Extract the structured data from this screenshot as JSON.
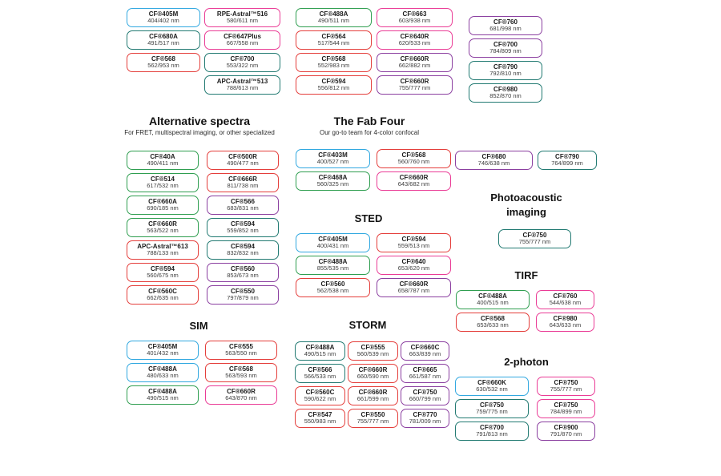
{
  "palette": {
    "blue": "#31A8E0",
    "green": "#2F9E50",
    "teal": "#227A72",
    "red": "#E43E3B",
    "pink": "#EA3C96",
    "purple": "#8B3FA0"
  },
  "groups": [
    {
      "id": "top-grid",
      "columns": [
        [
          {
            "name": "CF®405M",
            "nm": "404/402 nm",
            "color": "blue"
          },
          {
            "name": "CF®680A",
            "nm": "491/517 nm",
            "color": "teal"
          },
          {
            "name": "CF®568",
            "nm": "562/953 nm",
            "color": "red"
          }
        ],
        [
          {
            "name": "RPE-Astral™516",
            "nm": "580/611 nm",
            "color": "pink"
          },
          {
            "name": "CF®647Plus",
            "nm": "667/558 nm",
            "color": "pink"
          },
          {
            "name": "CF®700",
            "nm": "553/322 nm",
            "color": "teal"
          },
          {
            "name": "APC-Astral™513",
            "nm": "788/613 nm",
            "color": "teal"
          }
        ],
        [
          {
            "name": "CF®488A",
            "nm": "490/511 nm",
            "color": "green"
          },
          {
            "name": "CF®564",
            "nm": "517/544 nm",
            "color": "red"
          },
          {
            "name": "CF®568",
            "nm": "552/983 nm",
            "color": "red"
          },
          {
            "name": "CF®594",
            "nm": "556/812 nm",
            "color": "red"
          }
        ],
        [
          {
            "name": "CF®663",
            "nm": "603/938 nm",
            "color": "pink"
          },
          {
            "name": "CF®640R",
            "nm": "620/533 nm",
            "color": "pink"
          },
          {
            "name": "CF®660R",
            "nm": "662/882 nm",
            "color": "purple"
          },
          {
            "name": "CF®660R",
            "nm": "755/777 nm",
            "color": "purple"
          }
        ],
        [
          {
            "name": "CF®760",
            "nm": "681/998 nm",
            "color": "purple"
          },
          {
            "name": "CF®700",
            "nm": "784/809 nm",
            "color": "purple"
          },
          {
            "name": "CF®790",
            "nm": "792/810 nm",
            "color": "teal"
          },
          {
            "name": "CF®980",
            "nm": "852/870 nm",
            "color": "teal"
          }
        ]
      ]
    },
    {
      "id": "alternative-spectra",
      "title": "Alternative spectra",
      "subtitle": "For FRET, multispectral imaging, or other specialized",
      "columns": [
        [
          {
            "name": "CF®40A",
            "nm": "490/411 nm",
            "color": "green"
          },
          {
            "name": "CF®514",
            "nm": "617/532 nm",
            "color": "green"
          },
          {
            "name": "CF®660A",
            "nm": "690/185 nm",
            "color": "green"
          },
          {
            "name": "CF®660R",
            "nm": "563/522 nm",
            "color": "green"
          },
          {
            "name": "APC-Astral™613",
            "nm": "788/133 nm",
            "color": "red"
          },
          {
            "name": "CF®594",
            "nm": "560/675 nm",
            "color": "red"
          },
          {
            "name": "CF®560C",
            "nm": "662/635 nm",
            "color": "red"
          }
        ],
        [
          {
            "name": "CF®500R",
            "nm": "490/477 nm",
            "color": "red"
          },
          {
            "name": "CF®666R",
            "nm": "811/738 nm",
            "color": "red"
          },
          {
            "name": "CF®566",
            "nm": "683/831 nm",
            "color": "purple"
          },
          {
            "name": "CF®594",
            "nm": "559/852 nm",
            "color": "teal"
          },
          {
            "name": "CF®594",
            "nm": "832/832 nm",
            "color": "teal"
          },
          {
            "name": "CF®560",
            "nm": "853/673 nm",
            "color": "purple"
          },
          {
            "name": "CF®550",
            "nm": "797/879 nm",
            "color": "purple"
          }
        ]
      ]
    },
    {
      "id": "fab-four",
      "title": "The Fab Four",
      "subtitle": "Our go-to team for 4-color confocal",
      "columns": [
        [
          {
            "name": "CF®403M",
            "nm": "400/527 nm",
            "color": "blue"
          },
          {
            "name": "CF®468A",
            "nm": "560/325 nm",
            "color": "green"
          }
        ],
        [
          {
            "name": "CF®568",
            "nm": "560/760 nm",
            "color": "red"
          },
          {
            "name": "CF®660R",
            "nm": "643/682 nm",
            "color": "pink"
          }
        ]
      ]
    },
    {
      "id": "sted",
      "title": "STED",
      "columns": [
        [
          {
            "name": "CF®405M",
            "nm": "400/431 nm",
            "color": "blue"
          },
          {
            "name": "CF®488A",
            "nm": "855/535 nm",
            "color": "green"
          },
          {
            "name": "CF®560",
            "nm": "562/538 nm",
            "color": "red"
          }
        ],
        [
          {
            "name": "CF®594",
            "nm": "559/513 nm",
            "color": "red"
          },
          {
            "name": "CF®640",
            "nm": "653/620 nm",
            "color": "pink"
          },
          {
            "name": "CF®660R",
            "nm": "658/787 nm",
            "color": "purple"
          }
        ]
      ]
    },
    {
      "id": "nir-pair",
      "columns": [
        [
          {
            "name": "CF®680",
            "nm": "746/638 nm",
            "color": "purple"
          }
        ],
        [
          {
            "name": "CF®790",
            "nm": "764/899 nm",
            "color": "teal"
          }
        ]
      ]
    },
    {
      "id": "photoacoustic",
      "title": "Photoacoustic imaging",
      "title_lines": [
        "Photoacoustic",
        "imaging"
      ],
      "columns": [
        [
          {
            "name": "CF®750",
            "nm": "755/777 nm",
            "color": "teal"
          }
        ]
      ]
    },
    {
      "id": "tirf",
      "title": "TIRF",
      "columns": [
        [
          {
            "name": "CF®488A",
            "nm": "400/515 nm",
            "color": "green"
          },
          {
            "name": "CF®568",
            "nm": "653/633 nm",
            "color": "red"
          }
        ],
        [
          {
            "name": "CF®760",
            "nm": "544/638 nm",
            "color": "pink"
          },
          {
            "name": "CF®980",
            "nm": "643/633 nm",
            "color": "pink"
          }
        ]
      ]
    },
    {
      "id": "sim",
      "title": "SIM",
      "columns": [
        [
          {
            "name": "CF®405M",
            "nm": "401/432 nm",
            "color": "blue"
          },
          {
            "name": "CF®488A",
            "nm": "480/633 nm",
            "color": "blue"
          },
          {
            "name": "CF®488A",
            "nm": "490/515 nm",
            "color": "green"
          }
        ],
        [
          {
            "name": "CF®555",
            "nm": "563/550 nm",
            "color": "red"
          },
          {
            "name": "CF®568",
            "nm": "563/593 nm",
            "color": "red"
          },
          {
            "name": "CF®660R",
            "nm": "643/870 nm",
            "color": "pink"
          }
        ]
      ]
    },
    {
      "id": "storm",
      "title": "STORM",
      "columns": [
        [
          {
            "name": "CF®488A",
            "nm": "490/515 nm",
            "color": "teal"
          },
          {
            "name": "CF®566",
            "nm": "566/533 nm",
            "color": "teal"
          },
          {
            "name": "CF®560C",
            "nm": "590/622 nm",
            "color": "red"
          },
          {
            "name": "CF®547",
            "nm": "550/983 nm",
            "color": "red"
          }
        ],
        [
          {
            "name": "CF®555",
            "nm": "560/539 nm",
            "color": "red"
          },
          {
            "name": "CF®660R",
            "nm": "660/590 nm",
            "color": "red"
          },
          {
            "name": "CF®660R",
            "nm": "661/599 nm",
            "color": "red"
          },
          {
            "name": "CF®550",
            "nm": "755/777 nm",
            "color": "red"
          }
        ],
        [
          {
            "name": "CF®660C",
            "nm": "663/839 nm",
            "color": "purple"
          },
          {
            "name": "CF®665",
            "nm": "661/587 nm",
            "color": "purple"
          },
          {
            "name": "CF®750",
            "nm": "660/799 nm",
            "color": "purple"
          },
          {
            "name": "CF®770",
            "nm": "781/009 nm",
            "color": "purple"
          }
        ]
      ]
    },
    {
      "id": "two-photon",
      "title": "2-photon",
      "columns": [
        [
          {
            "name": "CF®660K",
            "nm": "630/532 nm",
            "color": "blue"
          },
          {
            "name": "CF®750",
            "nm": "759/775 nm",
            "color": "teal"
          },
          {
            "name": "CF®700",
            "nm": "791/813 nm",
            "color": "teal"
          }
        ],
        [
          {
            "name": "CF®750",
            "nm": "755/777 nm",
            "color": "pink"
          },
          {
            "name": "CF®750",
            "nm": "784/899 nm",
            "color": "pink"
          },
          {
            "name": "CF®900",
            "nm": "791/870 nm",
            "color": "purple"
          }
        ]
      ]
    }
  ]
}
